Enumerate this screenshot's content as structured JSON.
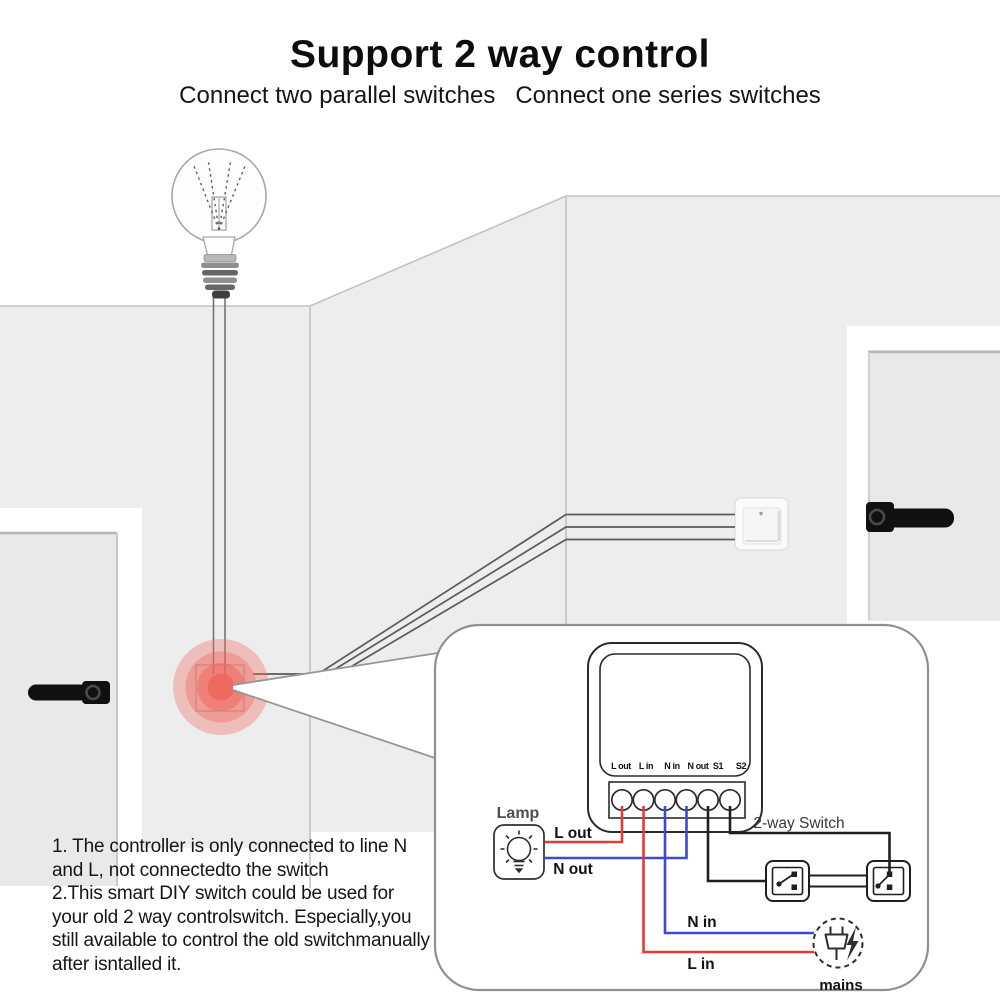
{
  "header": {
    "title": "Support 2 way control",
    "subtitle": "Connect two parallel switches   Connect one series switches"
  },
  "notes": "1. The controller is only connected to line N\nand L, not connectedto the switch\n2.This smart DIY switch could be used for\nyour old 2 way controlswitch. Especially,you\nstill available to control the old switchmanually\nafter isntalled it.",
  "inset": {
    "device_terminals": [
      "L out",
      "L in",
      "N in",
      "N out",
      "S1",
      "S2"
    ],
    "lamp_label": "Lamp",
    "l_out_label": "L out",
    "n_out_label": "N out",
    "n_in_label": "N in",
    "l_in_label": "L in",
    "two_way_switch_label": "2-way Switch",
    "mains_label": "mains"
  },
  "colors": {
    "live_wire": "#e63a36",
    "neutral_wire": "#3c49d6",
    "switch_wire": "#1f1f1f",
    "highlight": "#f1685f",
    "wall": "#ededed"
  }
}
